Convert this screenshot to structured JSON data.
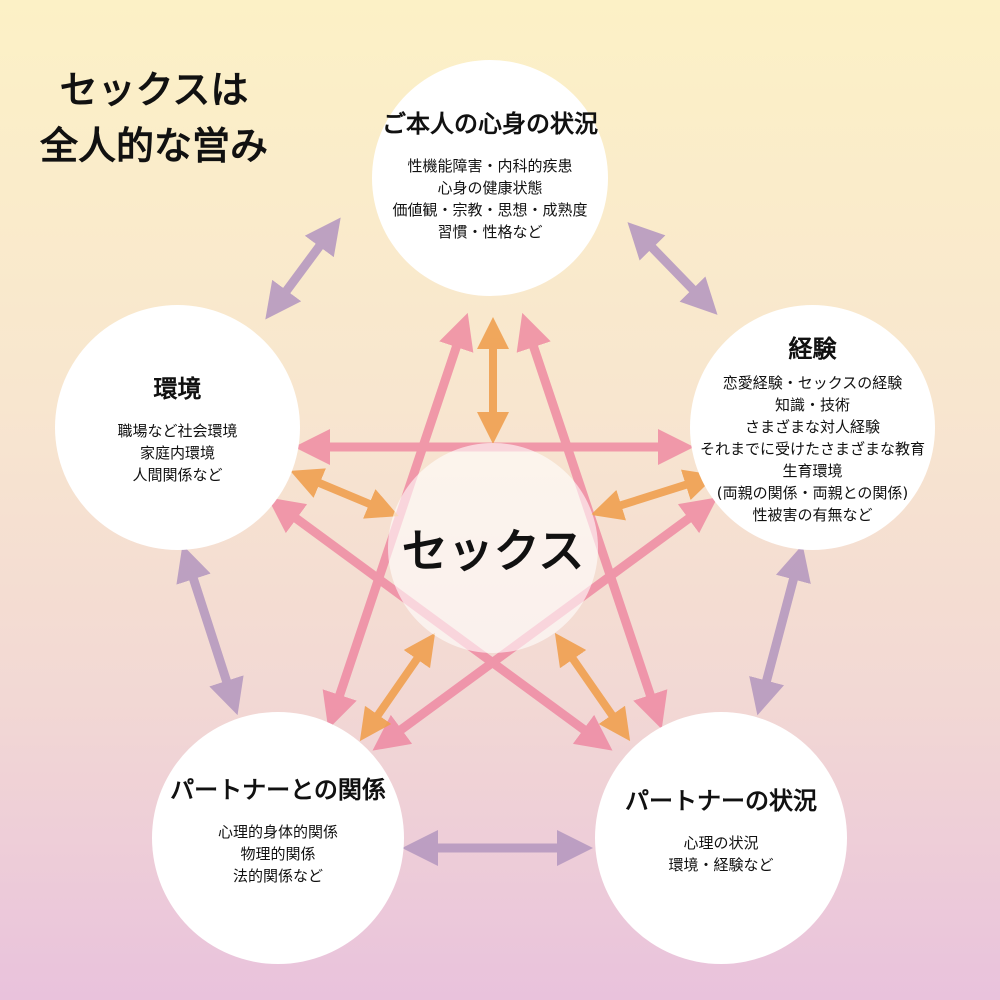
{
  "heading": [
    "セックスは",
    "全人的な営み"
  ],
  "center": "セックス",
  "nodes": {
    "self": {
      "title": "ご本人の心身の状況",
      "lines": [
        "性機能障害・内科的疾患",
        "心身の健康状態",
        "価値観・宗教・思想・成熟度",
        "習慣・性格など"
      ]
    },
    "experience": {
      "title": "経験",
      "lines": [
        "恋愛経験・セックスの経験",
        "知識・技術",
        "さまざまな対人経験",
        "それまでに受けたさまざまな教育",
        "生育環境",
        "(両親の関係・両親との関係)",
        "性被害の有無など"
      ]
    },
    "environment": {
      "title": "環境",
      "lines": [
        "職場など社会環境",
        "家庭内環境",
        "人間関係など"
      ]
    },
    "relationship": {
      "title": "パートナーとの関係",
      "lines": [
        "心理的身体的関係",
        "物理的関係",
        "法的関係など"
      ]
    },
    "partner": {
      "title": "パートナーの状況",
      "lines": [
        "心理の状況",
        "環境・経験など"
      ]
    }
  },
  "colors": {
    "outer": "#b79ac0",
    "star": "#ee7f9c",
    "inner": "#f0a050"
  }
}
